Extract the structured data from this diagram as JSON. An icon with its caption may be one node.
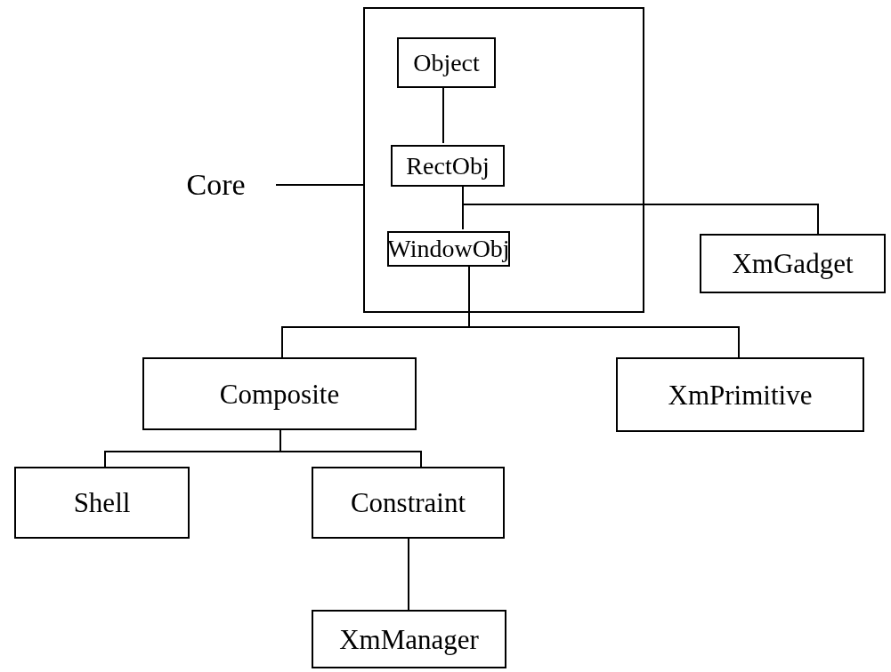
{
  "diagram": {
    "nodes": [
      {
        "text": [
          "Core"
        ]
      },
      {
        "text": [],
        "shape": "box"
      },
      {
        "text": [
          "Object"
        ],
        "in": 1
      },
      {
        "text": [
          "RectObj"
        ],
        "in": 1
      },
      {
        "text": [
          "WindowObj"
        ],
        "in": 1
      },
      {
        "text": [
          "XmGadget"
        ]
      },
      {
        "text": [
          "Composite"
        ]
      },
      {
        "text": [
          "XmPrimitive"
        ]
      },
      {
        "text": [
          "Shell"
        ]
      },
      {
        "text": [
          "Constraint"
        ]
      },
      {
        "text": [
          "XmManager"
        ]
      }
    ],
    "edges": [
      {
        "from": 0,
        "to": 1,
        "arrow": "none"
      },
      {
        "from": 2,
        "to": 3,
        "arrow": "none"
      },
      {
        "from": 3,
        "to": 4,
        "arrow": "none"
      },
      {
        "from": 3,
        "to": 5,
        "arrow": "none"
      },
      {
        "from": 4,
        "to": 6,
        "arrow": "none"
      },
      {
        "from": 4,
        "to": 7,
        "arrow": "none"
      },
      {
        "from": 6,
        "to": 8,
        "arrow": "none"
      },
      {
        "from": 6,
        "to": 9,
        "arrow": "none"
      },
      {
        "from": 9,
        "to": 10,
        "arrow": "none"
      }
    ]
  }
}
